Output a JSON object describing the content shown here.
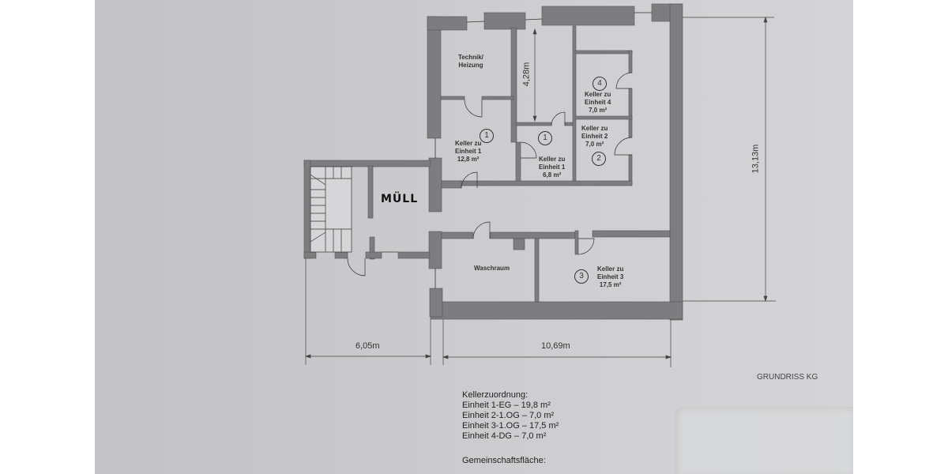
{
  "document": {
    "title": "GRUNDRISS KG"
  },
  "rooms": {
    "technik": {
      "line1": "Technik/",
      "line2": "Heizung"
    },
    "keller1a": {
      "number": "1",
      "line1": "Keller zu",
      "line2": "Einheit 1",
      "area": "12,8 m²"
    },
    "keller1b": {
      "number": "1",
      "line1": "Keller zu",
      "line2": "Einheit 1",
      "area": "6,8 m²"
    },
    "keller4": {
      "number": "4",
      "line1": "Keller zu",
      "line2": "Einheit 4",
      "area": "7,0 m²"
    },
    "keller2": {
      "number": "2",
      "line1": "Keller zu",
      "line2": "Einheit 2",
      "area": "7,0 m²"
    },
    "keller3": {
      "number": "3",
      "line1": "Keller zu",
      "line2": "Einheit 3",
      "area": "17,5 m²"
    },
    "waschraum": {
      "label": "Waschraum"
    },
    "muell": {
      "label": "MÜLL"
    }
  },
  "dimensions": {
    "width_left": "6,05m",
    "width_right": "10,69m",
    "height_total": "13,13m",
    "height_inner": "4,28m"
  },
  "legend": {
    "heading": "Kellerzuordnung:",
    "items": [
      "Einheit 1-EG – 19,8 m²",
      "Einheit 2-1.OG – 7,0 m²",
      "Einheit 3-1.OG – 17,5 m²",
      "Einheit 4-DG – 7,0 m²"
    ],
    "footer": "Gemeinschaftsfläche:"
  },
  "colors": {
    "wall": "#7a7a7c",
    "paper": "#cbcbcd",
    "ink": "#333333"
  }
}
